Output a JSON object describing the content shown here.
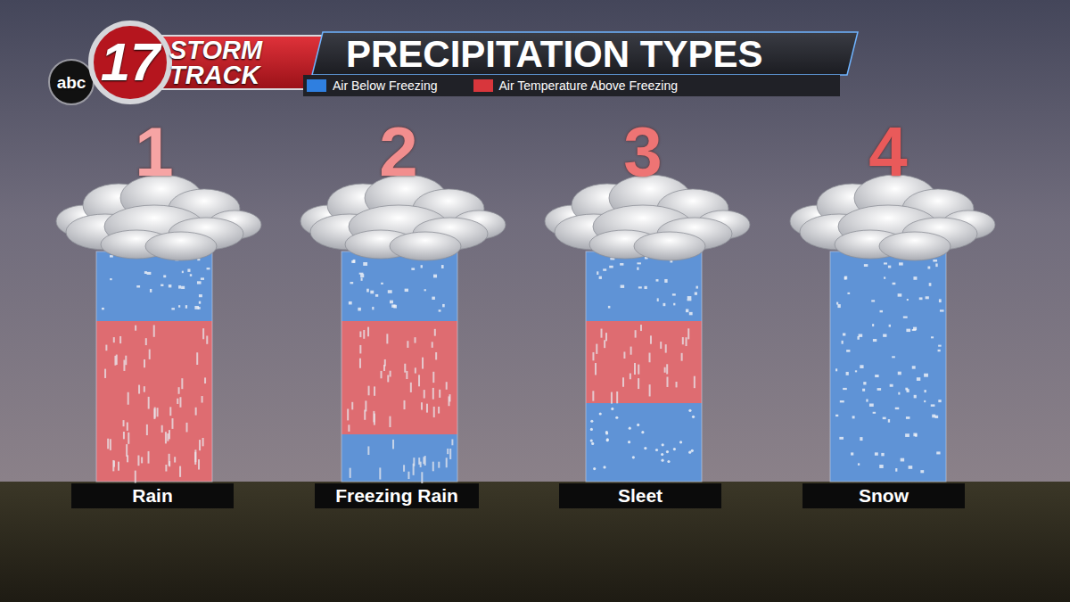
{
  "diagram": {
    "title": "PRECIPITATION TYPES",
    "nodes": [
      {
        "text": [
          "Rain"
        ]
      },
      {
        "text": [
          "Freezing Rain"
        ]
      },
      {
        "text": [
          "Sleet"
        ]
      },
      {
        "text": [
          "Snow"
        ]
      }
    ],
    "labels": [
      "abc",
      "17",
      "STORM TRACK",
      "1",
      "2",
      "3",
      "4"
    ],
    "legend": [
      {
        "text": "Air Below Freezing",
        "color": "#2f7fe0"
      },
      {
        "text": "Air Temperature Above Freezing",
        "color": "#d8363c"
      }
    ]
  }
}
